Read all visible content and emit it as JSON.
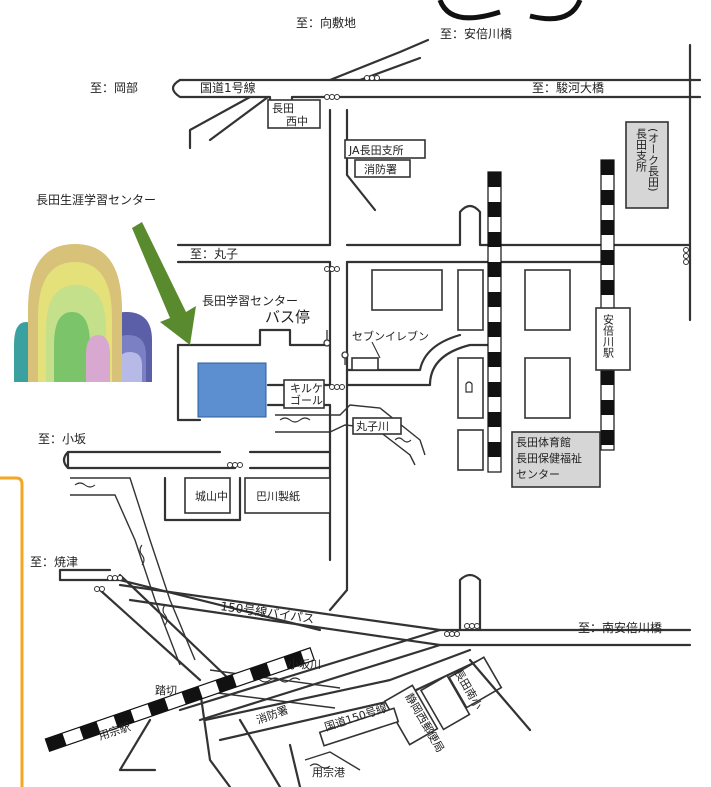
{
  "directions": {
    "mukoshikiji": "至：向敷地",
    "abekawa_bashi": "至：安倍川橋",
    "okabe": "至：岡部",
    "surugaohashi": "至：駿河大橋",
    "mariko": "至：丸子",
    "kosaka": "至：小坂",
    "yaizu": "至：焼津",
    "minami_abekawa": "至：南安倍川橋"
  },
  "roads": {
    "route1": "国道1号線",
    "bypass150": "150号線バイパス",
    "route150": "国道150号線"
  },
  "places": {
    "nagata_nishi_naka_1": "長田",
    "nagata_nishi_naka_2": "西中",
    "ja_branch": "JA長田支所",
    "fire_station": "消防署",
    "nagata_branch_1": "長田支所",
    "nagata_branch_2": "(オーク長田)",
    "bus_stop_1": "長田学習センター",
    "bus_stop_2": "バス停",
    "seven_eleven": "セブンイレブン",
    "kirkegaard_1": "キルケ",
    "kirkegaard_2": "ゴール",
    "marikogawa": "丸子川",
    "abekawa_station": "安倍川駅",
    "gym_1": "長田体育館",
    "gym_2": "長田保健福祉",
    "gym_3": "センター",
    "shiroyama": "城山中",
    "tomoegawa": "巴川製紙",
    "kosakagawa": "小坂川",
    "fumikiri": "踏切",
    "mochimune_station": "用宗駅",
    "fire_station_2": "消防署",
    "nagata_minami_sho": "長田南小",
    "post_office": "静岡西郵便局",
    "mochimune_port": "用宗港"
  },
  "callout": {
    "title": "長田生涯学習センター"
  },
  "colors": {
    "target_building": "#5b8fd0",
    "arrow": "#5a8a2e",
    "frame": "#f5a623"
  }
}
